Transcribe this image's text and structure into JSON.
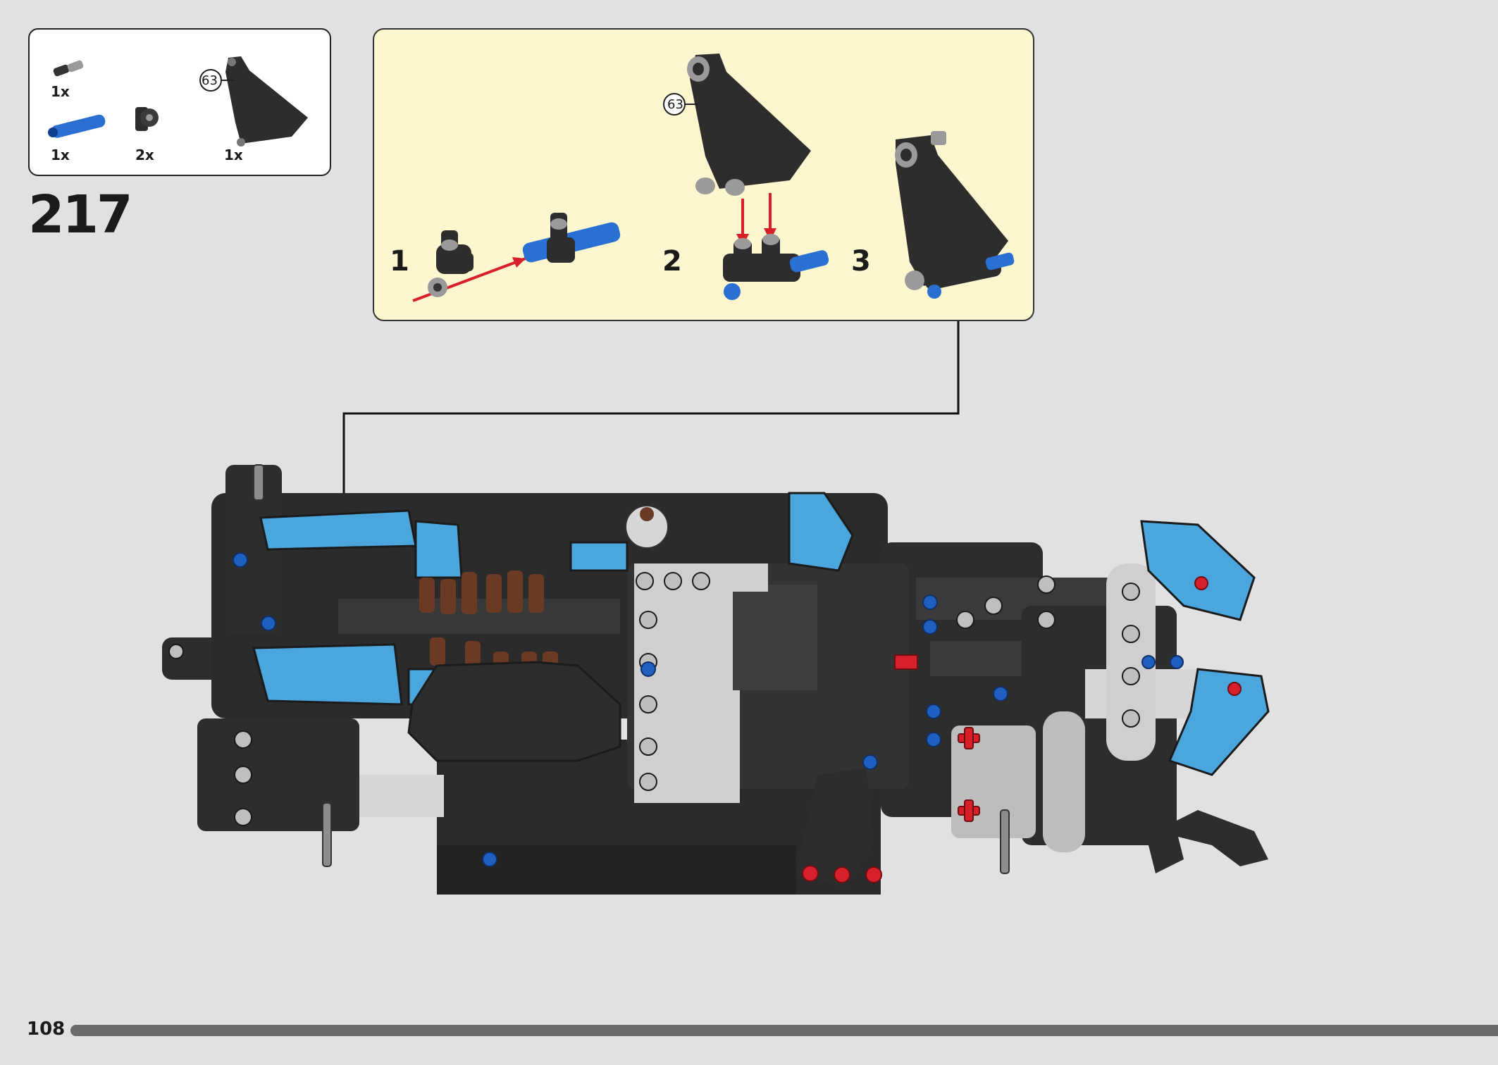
{
  "step": {
    "number": "217"
  },
  "parts": [
    {
      "qty": "1x",
      "icon": "pin-black-gray"
    },
    {
      "qty": "1x",
      "icon": "axle-pin-blue"
    },
    {
      "qty": "2x",
      "icon": "pin-connector-black"
    },
    {
      "qty": "1x",
      "icon": "panel-black",
      "label": "63"
    }
  ],
  "callout": {
    "steps": [
      "1",
      "2",
      "3"
    ],
    "part_label": "63"
  },
  "footer": {
    "page_number": "108",
    "progress": 1.0
  },
  "colors": {
    "background": "#e1e1e1",
    "callout_background": "#fdf6cf",
    "black_parts": "#2d2d2d",
    "blue_parts": "#4aa6dd",
    "pin_blue": "#1f5fbf",
    "arrow_red": "#d8202a"
  }
}
